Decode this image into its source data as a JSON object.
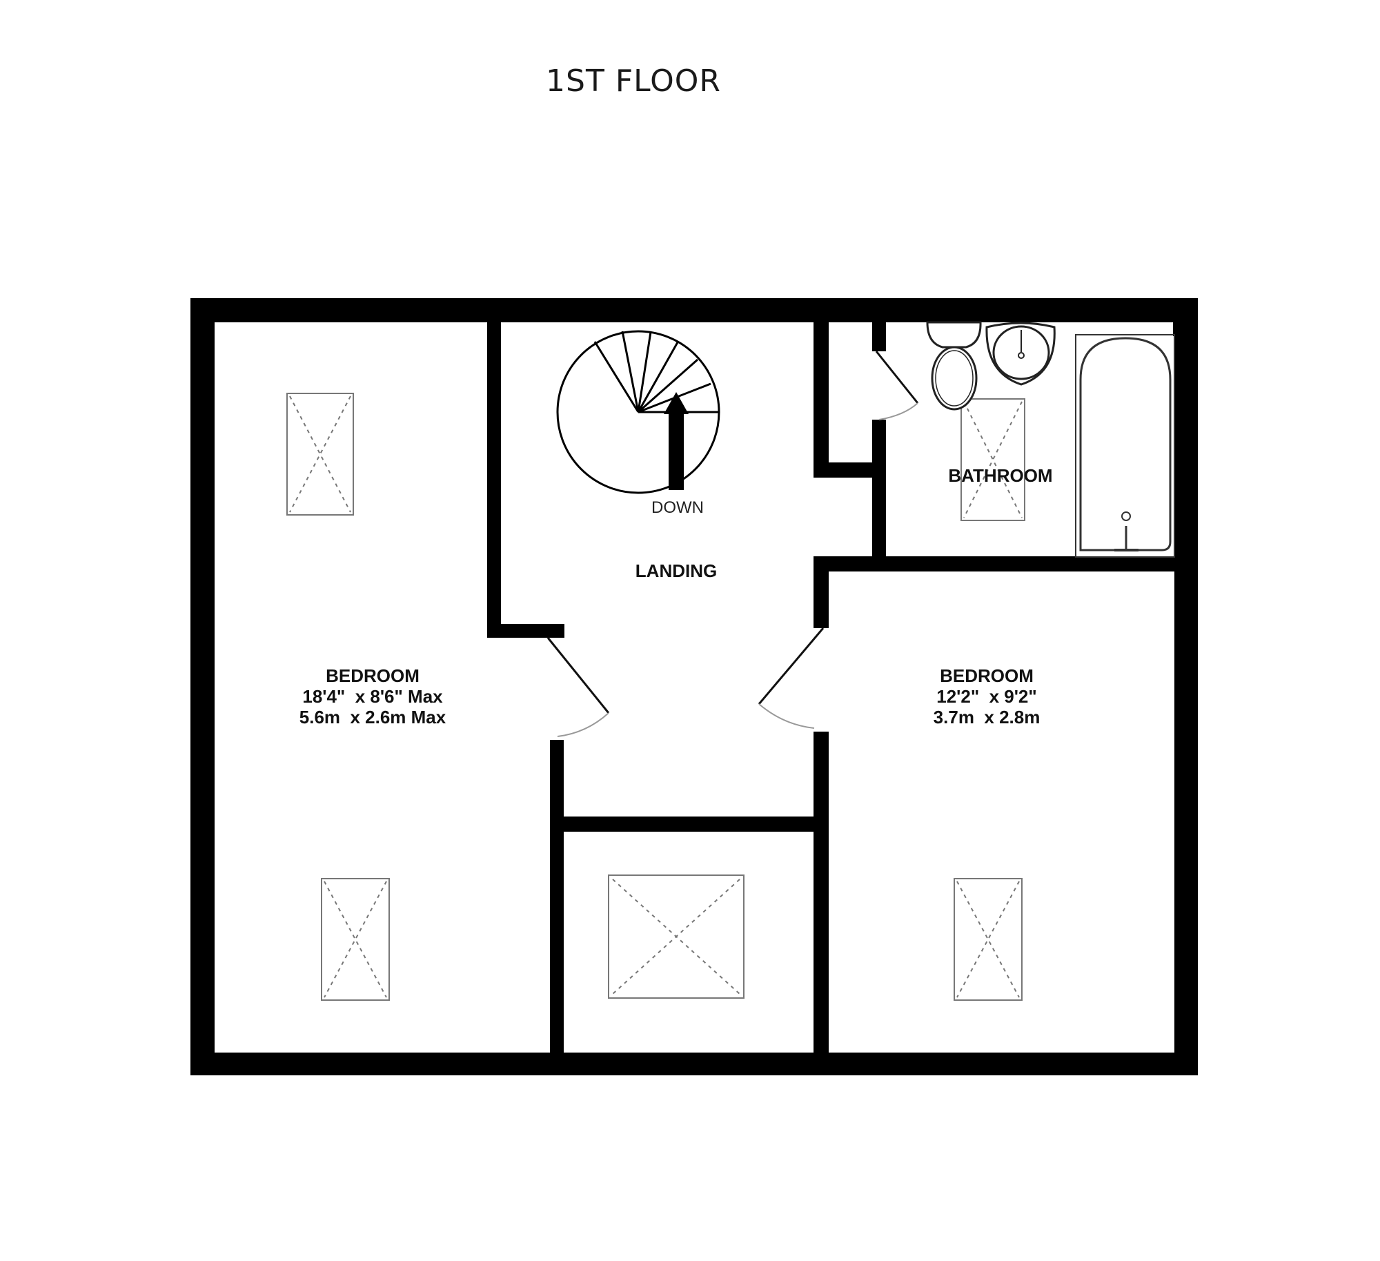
{
  "floor_title": "1ST FLOOR",
  "colors": {
    "wall": "#000000",
    "background": "#ffffff",
    "fixture_line": "#555555"
  },
  "rooms": {
    "bedroom_left": {
      "name": "BEDROOM",
      "dim_imperial": "18'4\"  x 8'6\" Max",
      "dim_metric": "5.6m  x 2.6m Max"
    },
    "bedroom_right": {
      "name": "BEDROOM",
      "dim_imperial": "12'2\"  x 9'2\"",
      "dim_metric": "3.7m  x 2.8m"
    },
    "landing": {
      "name": "LANDING"
    },
    "bathroom": {
      "name": "BATHROOM"
    }
  },
  "stairs": {
    "direction_label": "DOWN",
    "type": "spiral"
  },
  "icons": [
    "skylight-icon",
    "spiral-stair-icon",
    "toilet-icon",
    "basin-icon",
    "bathtub-icon",
    "door-swing-icon",
    "arrow-up-icon"
  ]
}
